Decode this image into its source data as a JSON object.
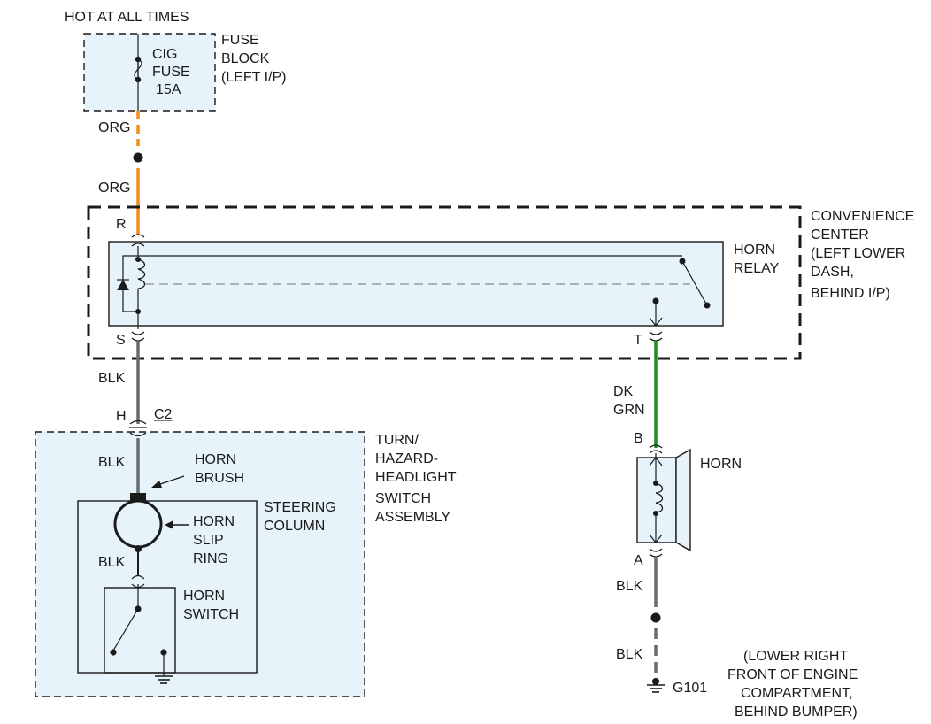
{
  "colors": {
    "org": "#f28c1c",
    "blk": "#6b6b6b",
    "dk_grn": "#1f8a1f",
    "box_fill": "#e6f3fa",
    "ink": "#1a1a1a"
  },
  "power": {
    "label": "HOT AT ALL TIMES"
  },
  "fuse_block": {
    "fuse_label_1": "CIG",
    "fuse_label_2": "FUSE",
    "fuse_rating": "15A",
    "name_1": "FUSE",
    "name_2": "BLOCK",
    "name_3": "(LEFT I/P)"
  },
  "wires": {
    "org_top": "ORG",
    "org_bottom": "ORG",
    "blk_relay": "BLK",
    "blk_column": "BLK",
    "blk_ring": "BLK",
    "dk_grn_1": "DK",
    "dk_grn_2": "GRN",
    "blk_horn": "BLK",
    "blk_ground": "BLK"
  },
  "convenience_center": {
    "line_1": "CONVENIENCE",
    "line_2": "CENTER",
    "line_3": "(LEFT LOWER",
    "line_4": "DASH,",
    "line_5": "BEHIND I/P)"
  },
  "horn_relay": {
    "label_1": "HORN",
    "label_2": "RELAY",
    "pin_r": "R",
    "pin_s": "S",
    "pin_t": "T"
  },
  "connector_c2": {
    "pin": "H",
    "name": "C2"
  },
  "switch_assembly": {
    "line_1": "TURN/",
    "line_2": "HAZARD-",
    "line_3": "HEADLIGHT",
    "line_4": "SWITCH",
    "line_5": "ASSEMBLY"
  },
  "horn_brush": {
    "line_1": "HORN",
    "line_2": "BRUSH"
  },
  "steering_column": {
    "line_1": "STEERING",
    "line_2": "COLUMN"
  },
  "horn_slip_ring": {
    "line_1": "HORN",
    "line_2": "SLIP",
    "line_3": "RING"
  },
  "horn_switch": {
    "line_1": "HORN",
    "line_2": "SWITCH"
  },
  "horn": {
    "label": "HORN",
    "pin_b": "B",
    "pin_a": "A"
  },
  "ground": {
    "name": "G101",
    "loc_1": "(LOWER RIGHT",
    "loc_2": "FRONT OF ENGINE",
    "loc_3": "COMPARTMENT,",
    "loc_4": "BEHIND BUMPER)"
  }
}
